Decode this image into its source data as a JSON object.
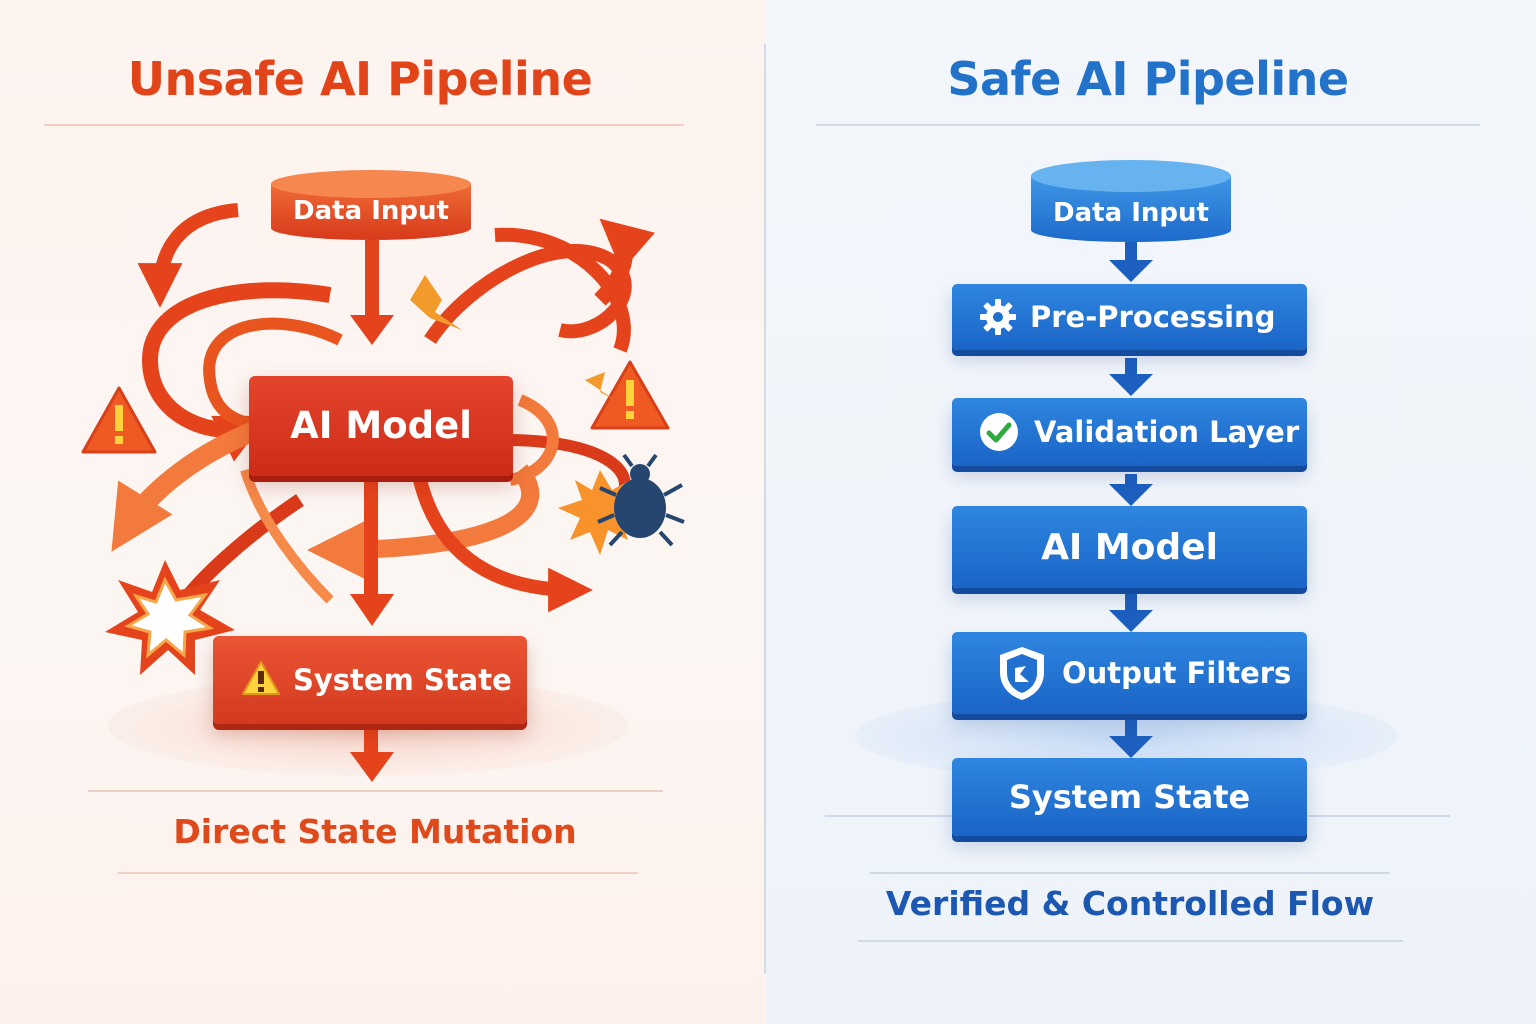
{
  "unsafe": {
    "title": "Unsafe AI Pipeline",
    "data_input": "Data Input",
    "ai_model": "AI Model",
    "system_state": "System State",
    "caption": "Direct State Mutation"
  },
  "safe": {
    "title": "Safe AI Pipeline",
    "data_input": "Data Input",
    "steps": [
      {
        "label": "Pre-Processing",
        "icon": "gear-icon"
      },
      {
        "label": "Validation Layer",
        "icon": "check-circle-icon"
      },
      {
        "label": "AI Model",
        "icon": ""
      },
      {
        "label": "Output Filters",
        "icon": "shield-icon"
      },
      {
        "label": "System State",
        "icon": ""
      }
    ],
    "caption": "Verified & Controlled Flow"
  },
  "colors": {
    "unsafe_accent": "#e2441a",
    "safe_accent": "#2272c9",
    "safe_caption": "#1c57b2"
  }
}
